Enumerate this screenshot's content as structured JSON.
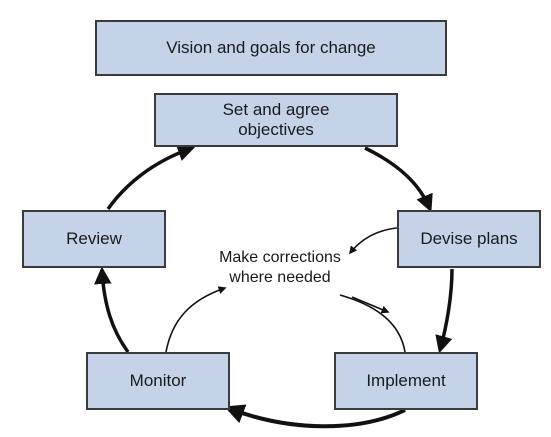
{
  "boxes": {
    "vision": "Vision and goals for change",
    "set_agree": "Set and agree\nobjectives",
    "review": "Review",
    "devise": "Devise plans",
    "monitor": "Monitor",
    "implement": "Implement"
  },
  "note": "Make corrections\nwhere needed",
  "colors": {
    "box_fill": "#c5d3e8",
    "box_border": "#3b3b3b",
    "arrow": "#111111"
  }
}
